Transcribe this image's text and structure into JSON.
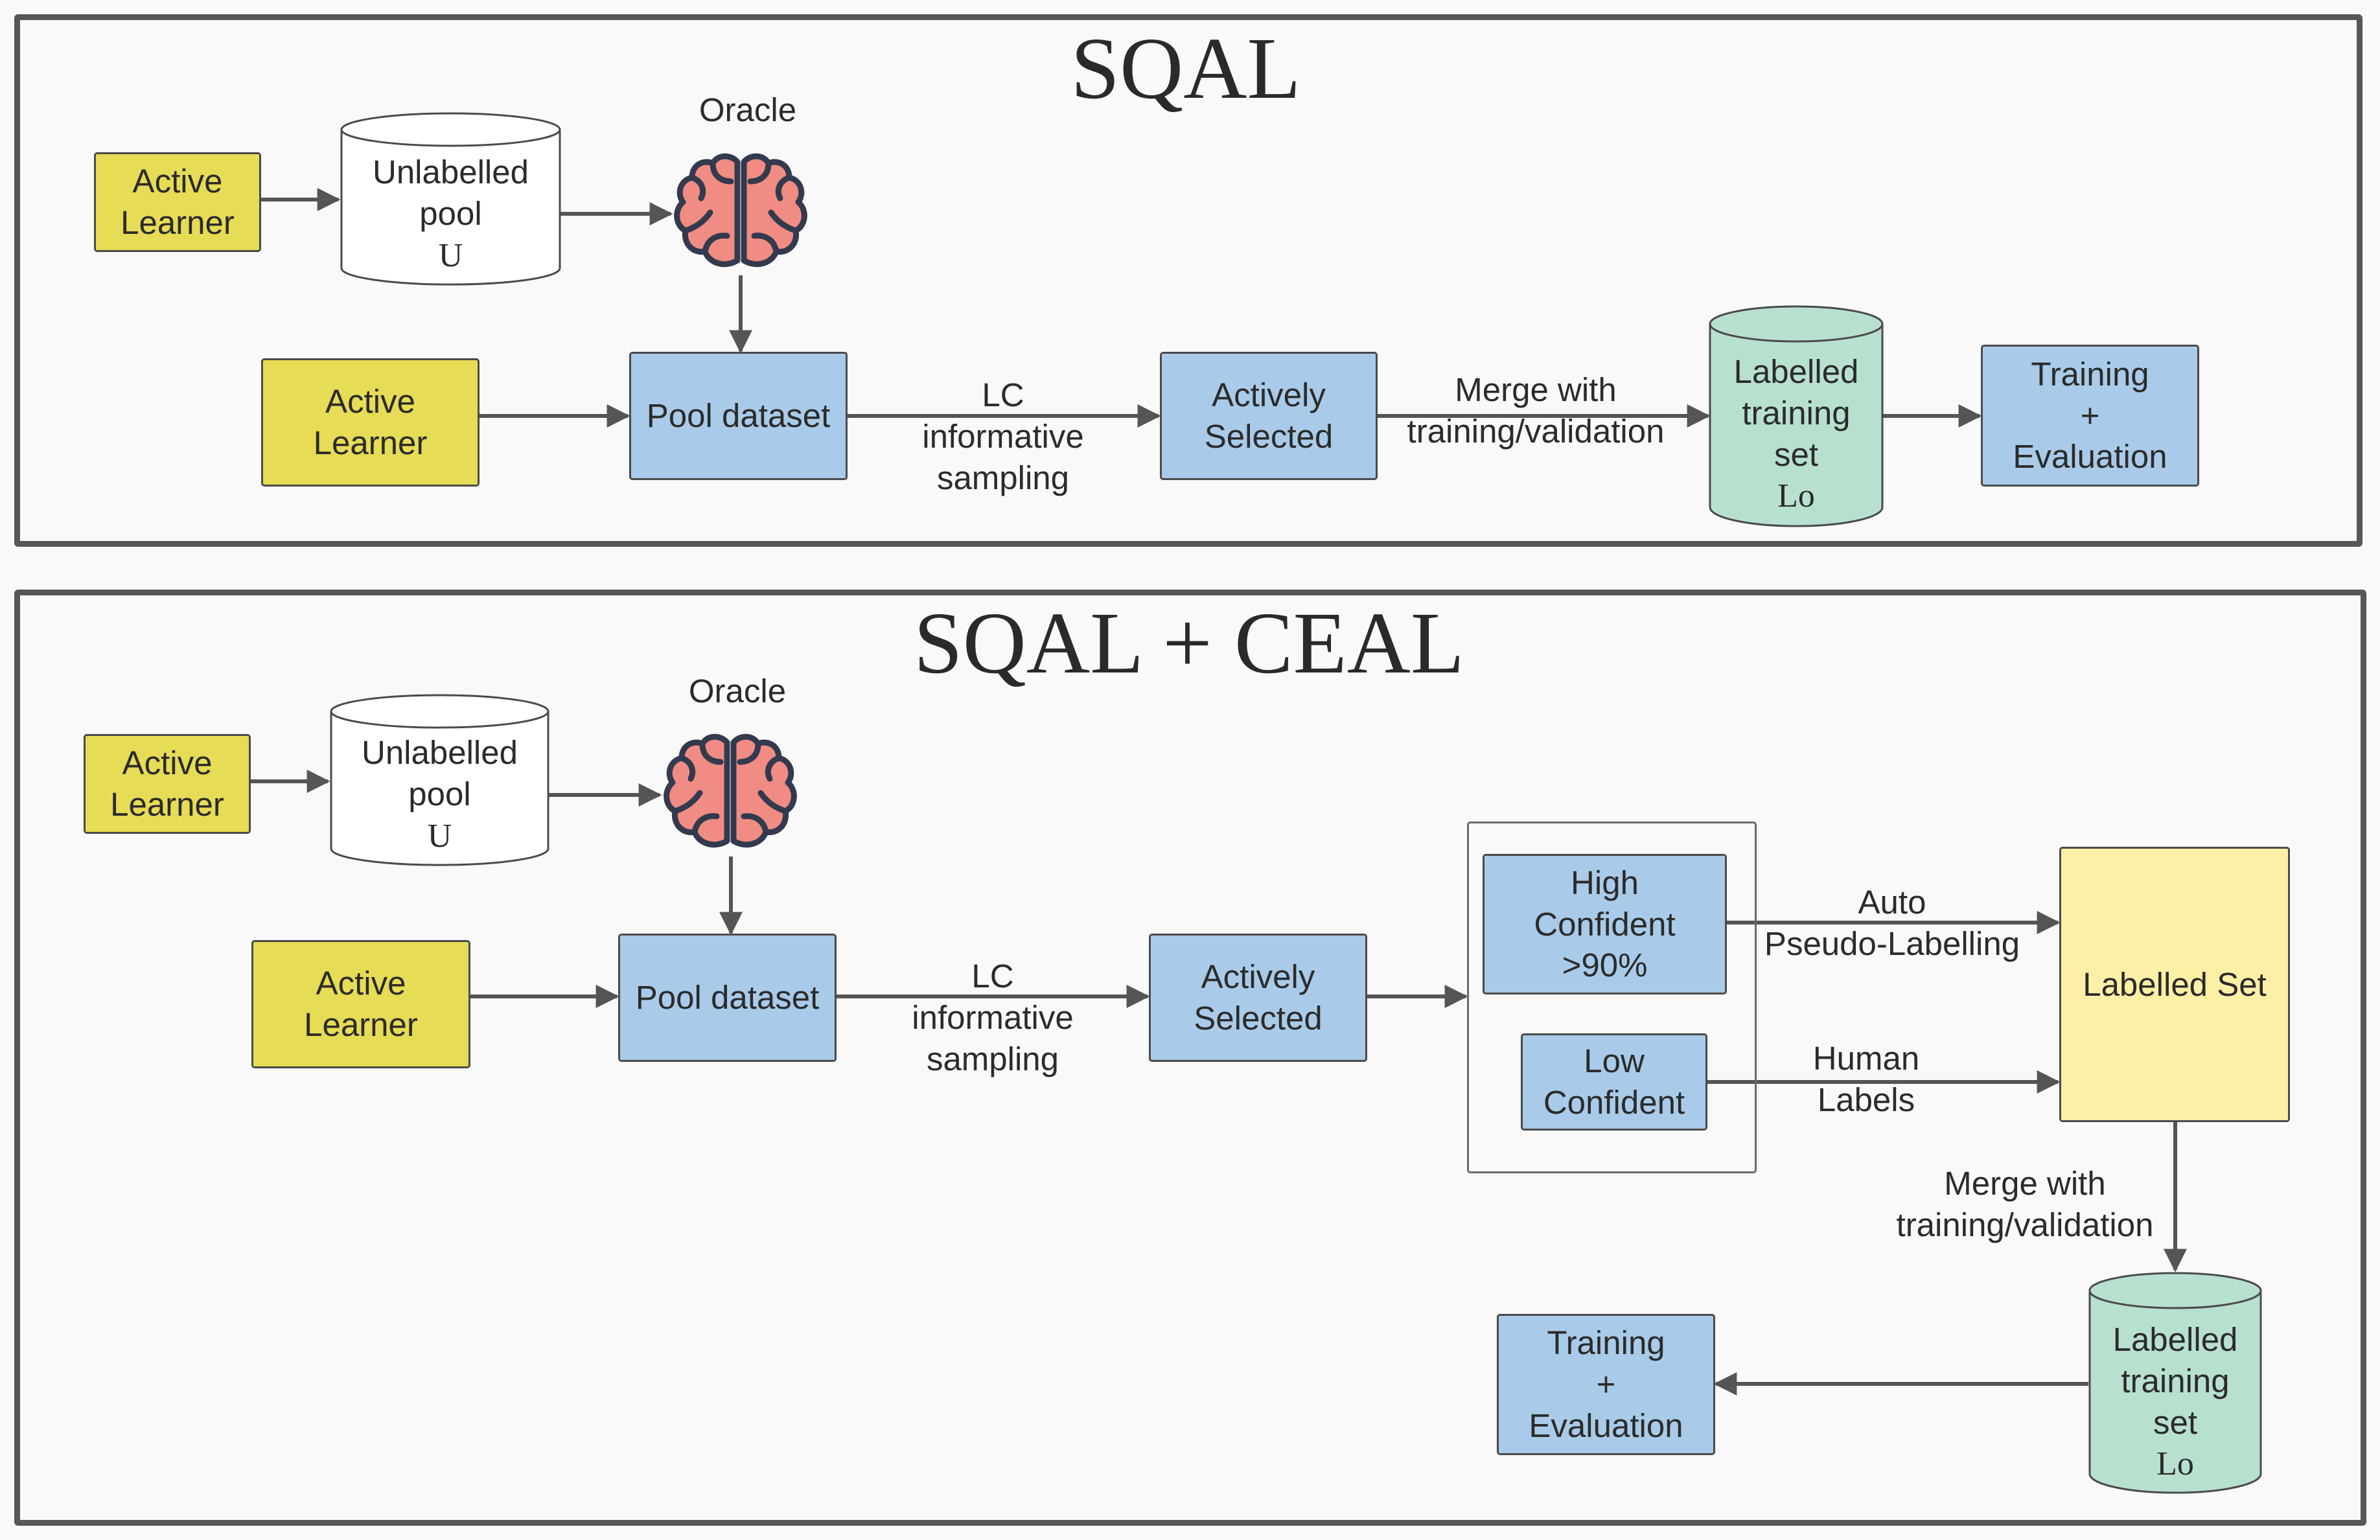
{
  "colors": {
    "learner": "#e6dc55",
    "process": "#a9cbe9",
    "labelled_store": "#b8e0cf",
    "labelled_set": "#fdf0a6",
    "brain": "#f08c84",
    "outline": "#4a4a4a"
  },
  "top": {
    "title": "SQAL",
    "active_learner_small": [
      "Active",
      "Learner"
    ],
    "unlabelled_pool": [
      "Unlabelled",
      "pool"
    ],
    "unlabelled_symbol": "U",
    "oracle": "Oracle",
    "oracle_icon": "brain-icon",
    "active_learner_large": [
      "Active",
      "Learner"
    ],
    "pool_dataset": "Pool dataset",
    "lc_label": [
      "LC",
      "informative",
      "sampling"
    ],
    "actively_selected": [
      "Actively",
      "Selected"
    ],
    "merge_label": [
      "Merge with",
      "training/validation"
    ],
    "labelled_training_set": [
      "Labelled",
      "training",
      "set"
    ],
    "labelled_symbol": "Lo",
    "training_evaluation": [
      "Training",
      "+",
      "Evaluation"
    ]
  },
  "bottom": {
    "title": "SQAL + CEAL",
    "active_learner_small": [
      "Active",
      "Learner"
    ],
    "unlabelled_pool": [
      "Unlabelled",
      "pool"
    ],
    "unlabelled_symbol": "U",
    "oracle": "Oracle",
    "oracle_icon": "brain-icon",
    "active_learner_large": [
      "Active",
      "Learner"
    ],
    "pool_dataset": "Pool dataset",
    "lc_label": [
      "LC",
      "informative",
      "sampling"
    ],
    "actively_selected": [
      "Actively",
      "Selected"
    ],
    "high_confident": [
      "High",
      "Confident",
      ">90%"
    ],
    "low_confident": [
      "Low",
      "Confident"
    ],
    "auto_label": [
      "Auto",
      "Pseudo-Labelling"
    ],
    "human_label": [
      "Human",
      "Labels"
    ],
    "labelled_set": "Labelled Set",
    "merge_label": [
      "Merge with",
      "training/validation"
    ],
    "labelled_training_set": [
      "Labelled",
      "training",
      "set"
    ],
    "labelled_symbol": "Lo",
    "training_evaluation": [
      "Training",
      "+",
      "Evaluation"
    ]
  }
}
